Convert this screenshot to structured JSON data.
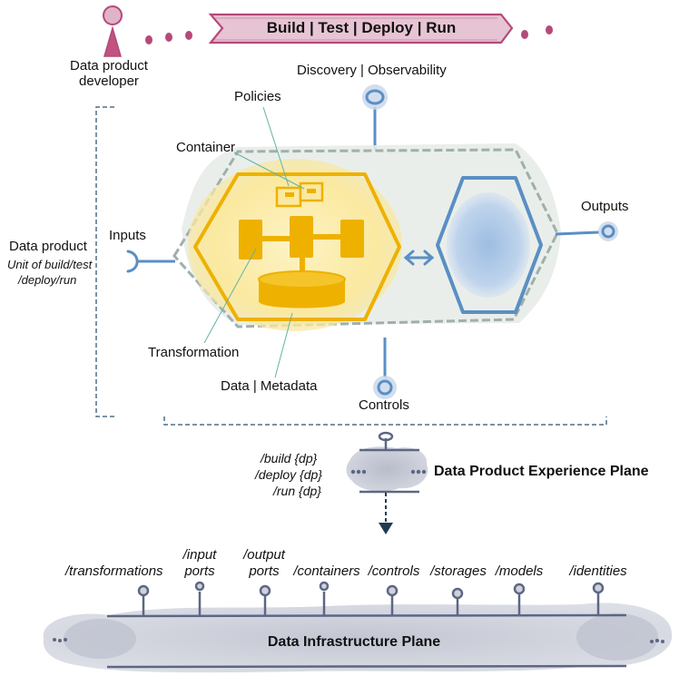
{
  "header": {
    "banner_label": "Build | Test | Deploy | Run",
    "developer_label_line1": "Data product",
    "developer_label_line2": "developer",
    "developer_icon": "person-icon"
  },
  "data_product": {
    "title": "Data product",
    "subtitle_line1": "Unit of build/test",
    "subtitle_line2": "/deploy/run",
    "discovery_label": "Discovery | Observability",
    "policies_label": "Policies",
    "container_label": "Container",
    "inputs_label": "Inputs",
    "outputs_label": "Outputs",
    "transformation_label": "Transformation",
    "data_metadata_label": "Data | Metadata",
    "controls_label": "Controls"
  },
  "experience_plane": {
    "title": "Data Product Experience Plane",
    "apis": [
      "/build {dp}",
      "/deploy {dp}",
      "/run {dp}"
    ]
  },
  "infrastructure_plane": {
    "title": "Data Infrastructure Plane",
    "ports": [
      {
        "line1": "/transformations",
        "line2": ""
      },
      {
        "line1": "/input",
        "line2": "ports"
      },
      {
        "line1": "/output",
        "line2": "ports"
      },
      {
        "line1": "/containers",
        "line2": ""
      },
      {
        "line1": "/controls",
        "line2": ""
      },
      {
        "line1": "/storages",
        "line2": ""
      },
      {
        "line1": "/models",
        "line2": ""
      },
      {
        "line1": "/identities",
        "line2": ""
      }
    ]
  },
  "colors": {
    "magenta": "#b5497a",
    "banner_fill": "#e7c4d3",
    "steel_blue": "#5a8fc4",
    "gold": "#eeb100",
    "gold_glow": "#fbe9a0",
    "container_gray": "#dde3e0",
    "dash_blue": "#4f6f86",
    "cloud_gray": "#c6cad6",
    "plane_line": "#5d6784"
  }
}
